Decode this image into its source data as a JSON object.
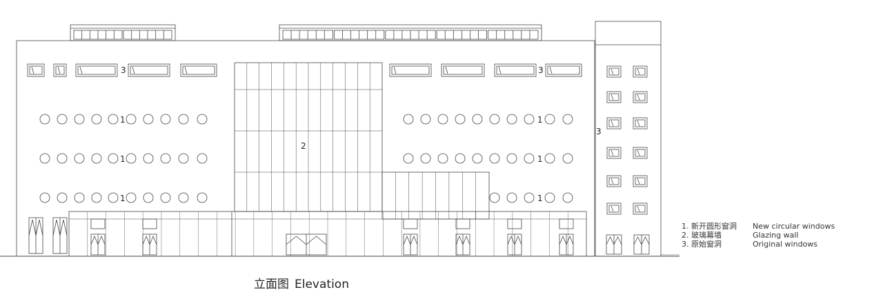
{
  "callouts": {
    "circle_windows": "1",
    "glazing": "2",
    "original": "3"
  },
  "legend": [
    {
      "zh": "1. 新开圆形窗洞",
      "en": "New circular windows"
    },
    {
      "zh": "2. 玻璃幕墙",
      "en": "Glazing wall"
    },
    {
      "zh": "3. 原始窗洞",
      "en": "Original windows"
    }
  ],
  "caption": {
    "zh": "立面图",
    "en": "Elevation"
  }
}
